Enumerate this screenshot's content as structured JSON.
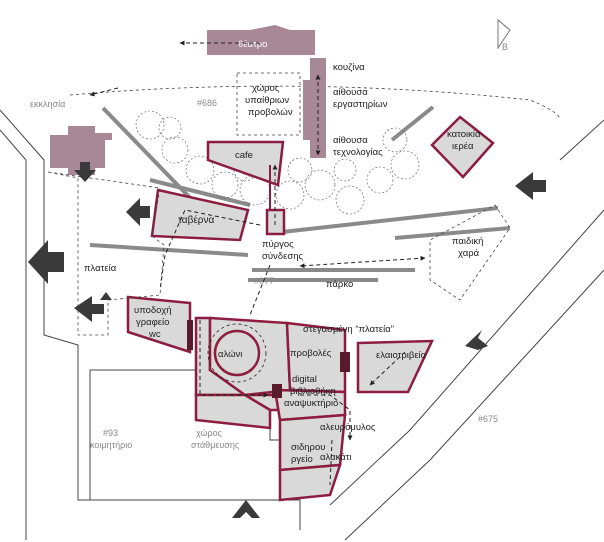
{
  "colors": {
    "building_pink": "#a98895",
    "outline_crimson": "#8c1d40",
    "block_gray": "#d9d9d9",
    "wall_gray": "#8a8a8a",
    "arrow_dark": "#3a3a3a"
  },
  "icons": [
    "north-arrow-icon",
    "tree-icon"
  ],
  "labels": {
    "theatre": "θέατρο",
    "kitchen": "κουζίνα",
    "workshops": "αίθουσα εργαστηρίων",
    "technology": "αίθουσα τεχνολογίας",
    "outdoor_projection": "χώρος υπαίθριων προβολών",
    "cafe": "cafe",
    "church": "εκκλησία",
    "church_no": "#686",
    "priest_house": "κατοικία ιερέα",
    "taverna": "ταβέρνα",
    "tower": "πύργος σύνδεσης",
    "square": "πλατεία",
    "playground": "παιδική χαρά",
    "park_no": "#677",
    "park": "πάρκο",
    "reception": "υποδοχή γραφείο wc",
    "covered_square": "στεγασμένη “πλατεία”",
    "threshing_floor": "αλώνι",
    "projections": "προβολές",
    "olive_press": "ελαιοτριβείο",
    "digital_library": "digital βιβλιοθήκη αναψυκτήριο",
    "mill": "αλευρόμυλος",
    "smithy": "σιδηρουργείο",
    "anvil": "αλακάτι",
    "cemetery_no": "#93",
    "cemetery": "κοιμητήριο",
    "parking": "χώρος στάθμευσης",
    "road_no": "#675",
    "north_mark": "B"
  }
}
